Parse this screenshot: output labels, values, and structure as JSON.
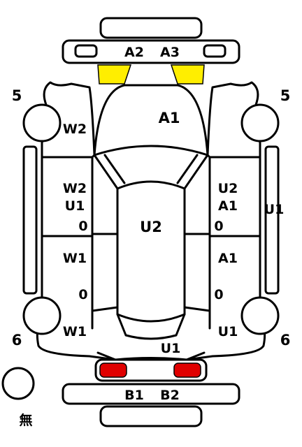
{
  "labels": {
    "a2": "A2",
    "a3": "A3",
    "a1": "A1",
    "w2_top": "W2",
    "w2_mid": "W2",
    "u1_left": "U1",
    "zero_left_top": "0",
    "u2_center": "U2",
    "u2_right": "U2",
    "a1_right_top": "A1",
    "zero_right_top": "0",
    "u1_right_side": "U1",
    "w1_left": "W1",
    "a1_right_bottom": "A1",
    "zero_left_bottom": "0",
    "zero_right_bottom": "0",
    "w1_left_lower": "W1",
    "u1_right_lower": "U1",
    "u1_rear": "U1",
    "b1": "B1",
    "b2": "B2",
    "num_5_left": "5",
    "num_5_right": "5",
    "num_6_left": "6",
    "num_6_right": "6",
    "none_mark": "無"
  },
  "colors": {
    "windshield_highlight": "#ffee00",
    "taillight": "#e00000",
    "outline": "#000000",
    "background": "#ffffff"
  }
}
